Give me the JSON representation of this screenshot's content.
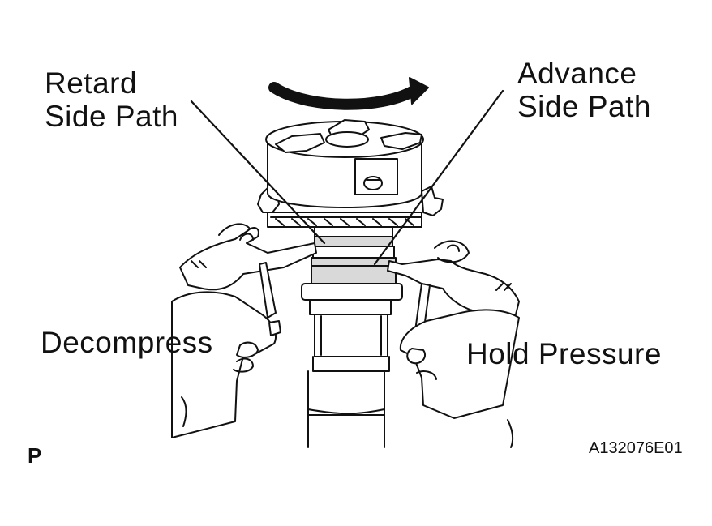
{
  "labels": {
    "retard_line1": "Retard",
    "retard_line2": "Side Path",
    "advance_line1": "Advance",
    "advance_line2": "Side Path",
    "decompress": "Decompress",
    "hold_pressure": "Hold Pressure",
    "page_letter": "P",
    "figure_code": "A132076E01"
  },
  "icons": {
    "rotation_arrow": "curved-arrow-right",
    "left_air_gun": "air-gun",
    "right_air_gun": "air-gun"
  },
  "colors": {
    "line": "#111111",
    "ring_fill": "#d9d9d9",
    "background": "#ffffff"
  }
}
